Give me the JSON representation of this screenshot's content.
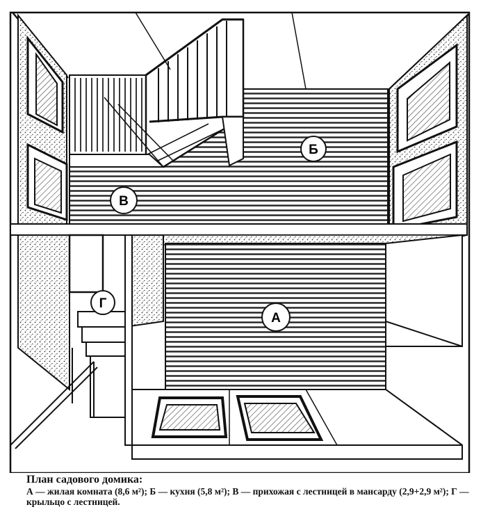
{
  "rooms": [
    {
      "key": "A",
      "letter": "А"
    },
    {
      "key": "B",
      "letter": "Б"
    },
    {
      "key": "V",
      "letter": "В"
    },
    {
      "key": "G",
      "letter": "Г"
    }
  ],
  "caption": {
    "title": "План садового домика:",
    "text": "А — жилая комната (8,6 м²); Б — кухня (5,8 м²); В — прихожая с лестницей в мансарду (2,9+2,9 м²); Г — крыльцо с лестницей."
  }
}
